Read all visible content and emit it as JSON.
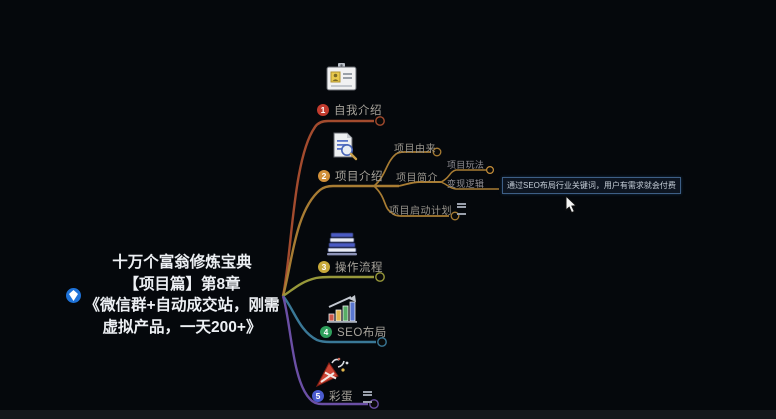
{
  "window": {
    "background": "#05080c",
    "taskbar_color": "#15181c"
  },
  "central_topic": {
    "lines": [
      "十万个富翁修炼宝典",
      "【项目篇】第8章",
      "《微信群+自动成交站，刚需",
      "虚拟产品，一天200+》"
    ],
    "marker_icon": "gem-icon",
    "marker_color": "#1e72d8"
  },
  "branches": [
    {
      "label": "自我介绍",
      "priority": "1",
      "priority_color": "#c23b2e",
      "line_color": "#a34b2e",
      "topic_icon": "id-badge-icon"
    },
    {
      "label": "项目介绍",
      "priority": "2",
      "priority_color": "#d1903a",
      "line_color": "#a87c33",
      "topic_icon": "doc-search-icon",
      "children": [
        {
          "label": "项目由来"
        },
        {
          "label": "项目简介",
          "children": [
            {
              "label": "项目玩法"
            },
            {
              "label": "变现逻辑"
            }
          ]
        },
        {
          "label": "项目启动计划",
          "marker": "notes-icon"
        }
      ]
    },
    {
      "label": "操作流程",
      "priority": "3",
      "priority_color": "#c8a93a",
      "line_color": "#97983a",
      "topic_icon": "steps-icon"
    },
    {
      "label": "SEO布局",
      "priority": "4",
      "priority_color": "#2f9f5c",
      "line_color": "#3a7897",
      "topic_icon": "bar-chart-icon"
    },
    {
      "label": "彩蛋",
      "priority": "5",
      "priority_color": "#4a5bd0",
      "line_color": "#6b4fa5",
      "topic_icon": "party-popper-icon",
      "marker": "notes-icon"
    }
  ],
  "tooltip": {
    "text": "通过SEO布局行业关键词，用户有需求就会付费"
  }
}
